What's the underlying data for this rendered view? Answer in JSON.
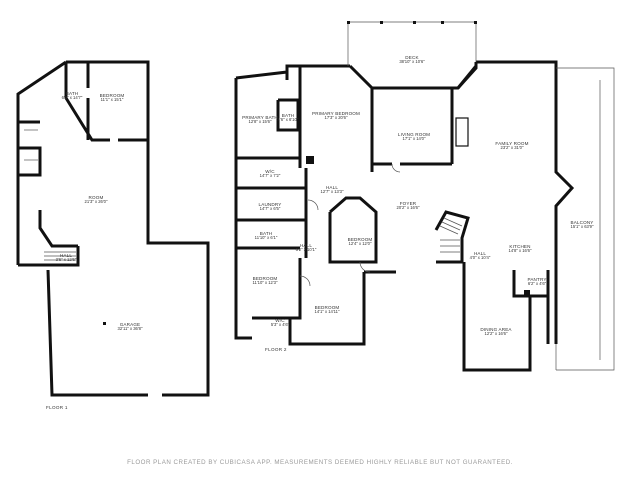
{
  "floors": [
    {
      "label": "FLOOR 1",
      "rooms": [
        {
          "name": "BATH",
          "dims": "6'2\" x 14'7\""
        },
        {
          "name": "BEDROOM",
          "dims": "11'1\" x 15'1\""
        },
        {
          "name": "ROOM",
          "dims": "21'3\" x 26'0\""
        },
        {
          "name": "HALL",
          "dims": "3'6\" x 12'6\""
        },
        {
          "name": "GARAGE",
          "dims": "32'11\" x 36'8\""
        }
      ]
    },
    {
      "label": "FLOOR 2",
      "rooms": [
        {
          "name": "DECK",
          "dims": "38'10\" x 10'6\""
        },
        {
          "name": "PRIMARY BATH",
          "dims": "12'8\" x 15'6\""
        },
        {
          "name": "BATH",
          "dims": "4'6\" x 6'10\""
        },
        {
          "name": "PRIMARY BEDROOM",
          "dims": "17'3\" x 20'6\""
        },
        {
          "name": "LIVING ROOM",
          "dims": "17'1\" x 14'0\""
        },
        {
          "name": "FAMILY ROOM",
          "dims": "23'2\" x 31'0\""
        },
        {
          "name": "W/C",
          "dims": "14'7\" x 7'2\""
        },
        {
          "name": "HALL",
          "dims": "12'7\" x 13'3\""
        },
        {
          "name": "LAUNDRY",
          "dims": "14'7\" x 6'5\""
        },
        {
          "name": "FOYER",
          "dims": "20'2\" x 16'6\""
        },
        {
          "name": "BALCONY",
          "dims": "15'1\" x 63'9\""
        },
        {
          "name": "BATH",
          "dims": "11'10\" x 6'1\""
        },
        {
          "name": "HALL",
          "dims": "6'2\" x 10'1\""
        },
        {
          "name": "BEDROOM",
          "dims": "12'4\" x 12'0\""
        },
        {
          "name": "HALL",
          "dims": "4'0\" x 10'4\""
        },
        {
          "name": "KITCHEN",
          "dims": "14'8\" x 16'6\""
        },
        {
          "name": "BEDROOM",
          "dims": "11'10\" x 12'3\""
        },
        {
          "name": "PANTRY",
          "dims": "6'2\" x 4'6\""
        },
        {
          "name": "BEDROOM",
          "dims": "14'1\" x 14'11\""
        },
        {
          "name": "W/C",
          "dims": "5'3\" x 4'6\""
        },
        {
          "name": "DINING AREA",
          "dims": "12'2\" x 16'6\""
        }
      ]
    }
  ],
  "footer": "FLOOR PLAN CREATED BY CUBICASA APP. MEASUREMENTS DEEMED HIGHLY RELIABLE BUT NOT GUARANTEED.",
  "colors": {
    "walls": "#111111",
    "thin": "#555555",
    "text": "#333333",
    "footer": "#9a9a9a"
  }
}
